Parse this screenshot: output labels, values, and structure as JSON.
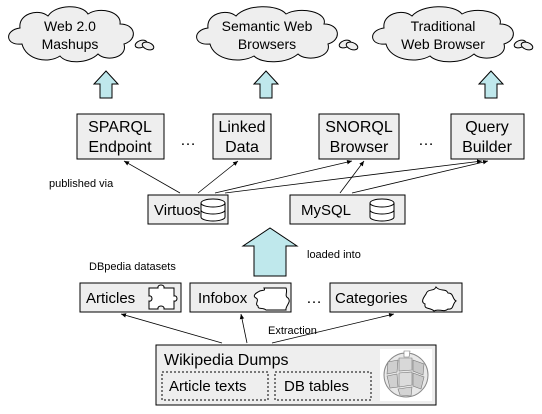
{
  "clouds": [
    {
      "line1": "Web 2.0",
      "line2": "Mashups"
    },
    {
      "line1": "Semantic Web",
      "line2": "Browsers"
    },
    {
      "line1": "Traditional",
      "line2": "Web Browser"
    }
  ],
  "interfaces": [
    {
      "line1": "SPARQL",
      "line2": "Endpoint"
    },
    {
      "line1": "Linked",
      "line2": "Data"
    },
    {
      "line1": "SNORQL",
      "line2": "Browser"
    },
    {
      "line1": "Query",
      "line2": "Builder"
    }
  ],
  "ellipsis": "…",
  "stores": {
    "virtuoso": "Virtuoso",
    "mysql": "MySQL"
  },
  "labels": {
    "published_via": "published via",
    "loaded_into": "loaded into",
    "dbpedia_datasets": "DBpedia datasets",
    "extraction": "Extraction"
  },
  "datasets": [
    "Articles",
    "Infobox",
    "Categories"
  ],
  "dumps": {
    "title": "Wikipedia Dumps",
    "parts": [
      "Article texts",
      "DB tables"
    ]
  },
  "colors": {
    "box_fill": "#eeeeee",
    "arrow_fill": "#bfe8ec",
    "stroke": "#000000"
  }
}
